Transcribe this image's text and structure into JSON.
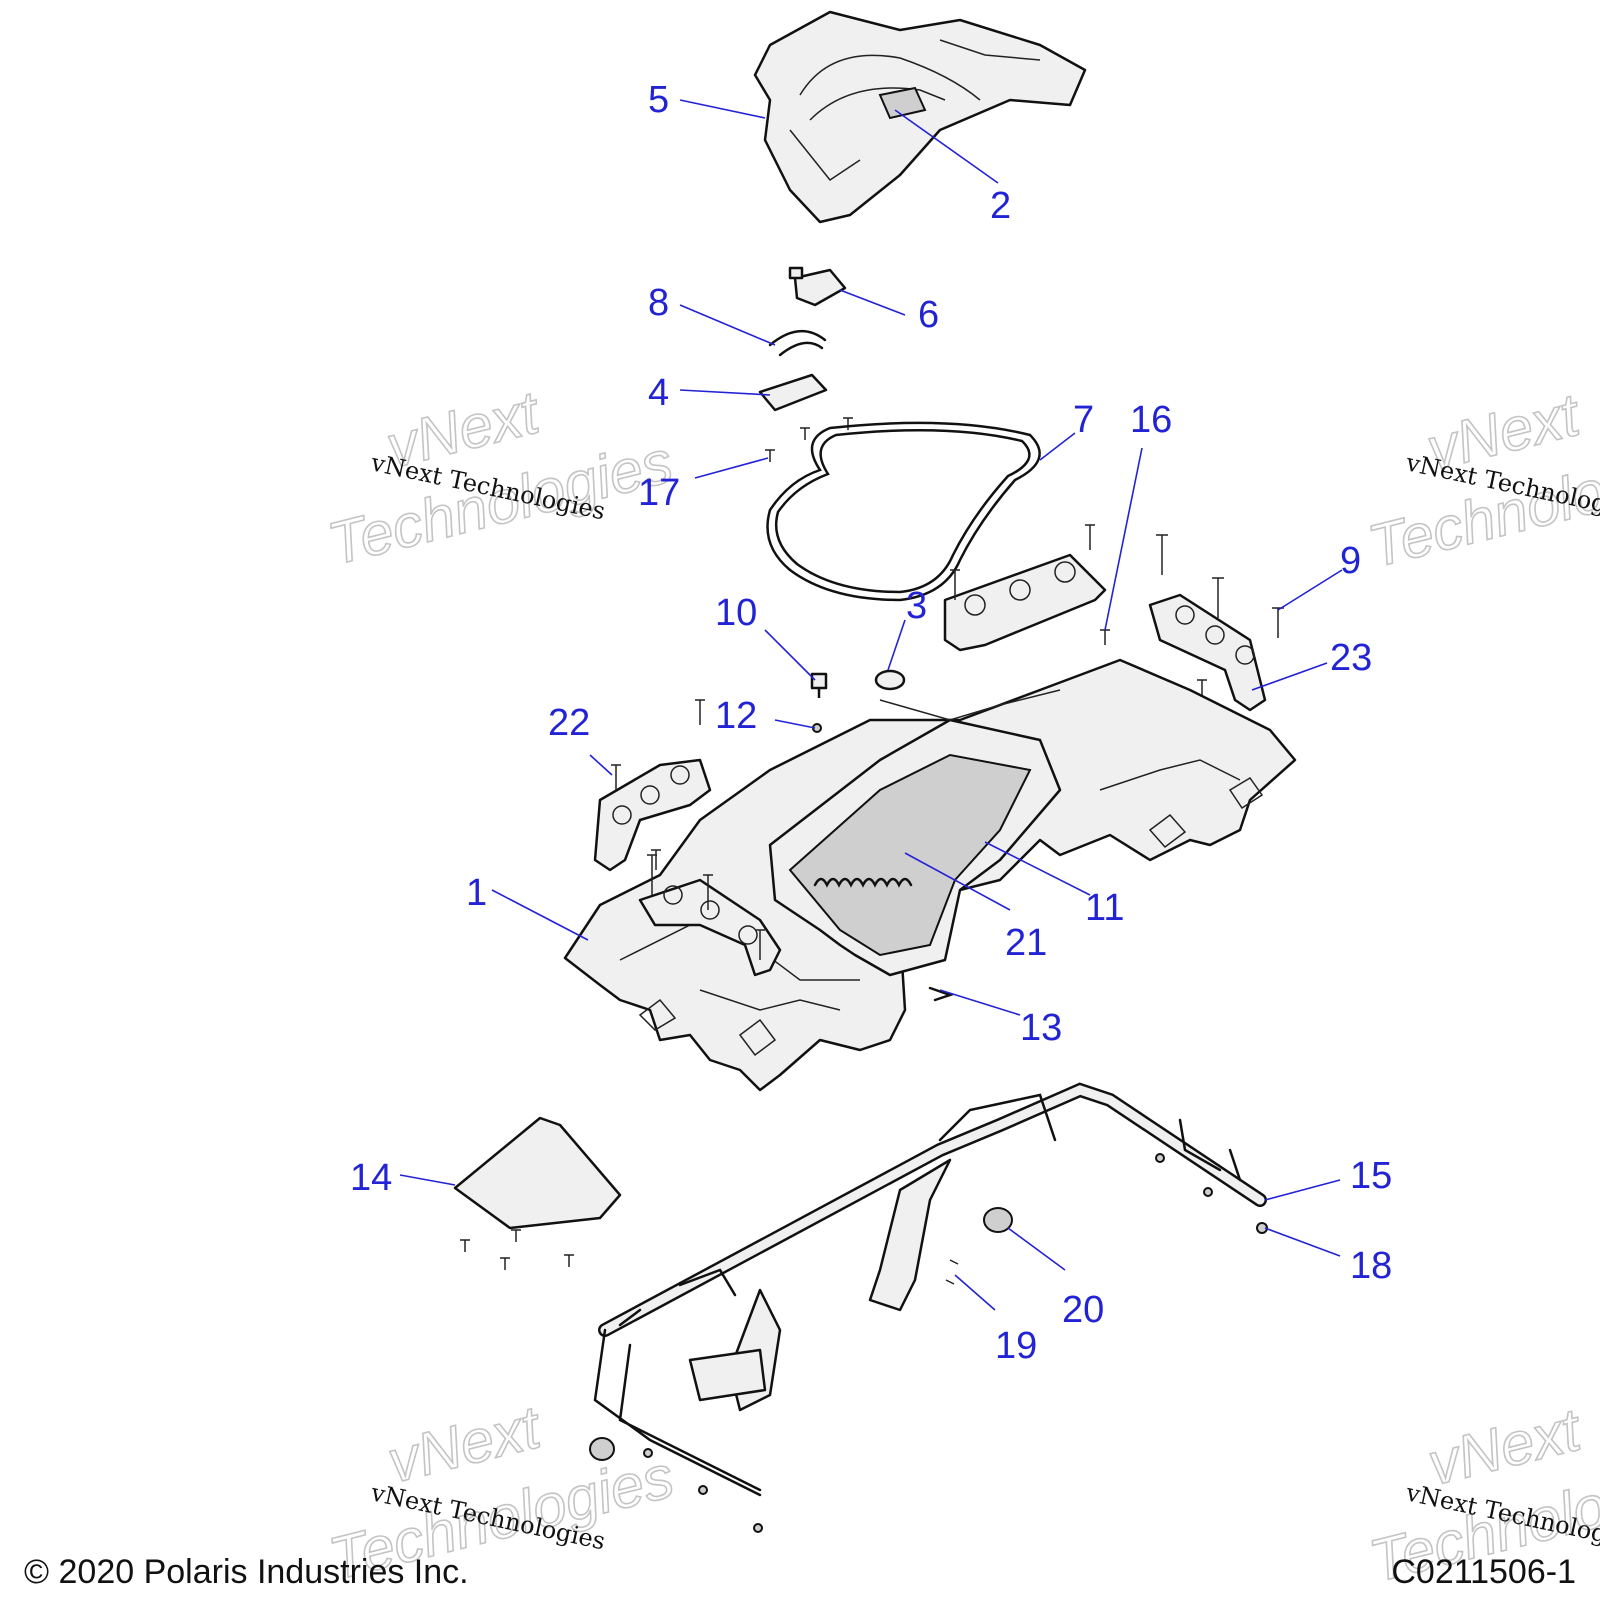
{
  "callouts": [
    {
      "id": "c1",
      "label": "1"
    },
    {
      "id": "c2",
      "label": "2"
    },
    {
      "id": "c3",
      "label": "3"
    },
    {
      "id": "c4",
      "label": "4"
    },
    {
      "id": "c5",
      "label": "5"
    },
    {
      "id": "c6",
      "label": "6"
    },
    {
      "id": "c7",
      "label": "7"
    },
    {
      "id": "c8",
      "label": "8"
    },
    {
      "id": "c9",
      "label": "9"
    },
    {
      "id": "c10",
      "label": "10"
    },
    {
      "id": "c11",
      "label": "11"
    },
    {
      "id": "c12",
      "label": "12"
    },
    {
      "id": "c13",
      "label": "13"
    },
    {
      "id": "c14",
      "label": "14"
    },
    {
      "id": "c15",
      "label": "15"
    },
    {
      "id": "c16",
      "label": "16"
    },
    {
      "id": "c17",
      "label": "17"
    },
    {
      "id": "c18",
      "label": "18"
    },
    {
      "id": "c19",
      "label": "19"
    },
    {
      "id": "c20",
      "label": "20"
    },
    {
      "id": "c21",
      "label": "21"
    },
    {
      "id": "c22",
      "label": "22"
    },
    {
      "id": "c23",
      "label": "23"
    }
  ],
  "watermark": {
    "line1": "vNext",
    "line2": "Technologies",
    "caption": "vNext Technologies"
  },
  "footer": {
    "copyright": "© 2020 Polaris Industries Inc.",
    "code": "C0211506-1"
  },
  "colors": {
    "callout": "#2323d6",
    "line": "#111111",
    "watermark": "#c4c4c4"
  }
}
